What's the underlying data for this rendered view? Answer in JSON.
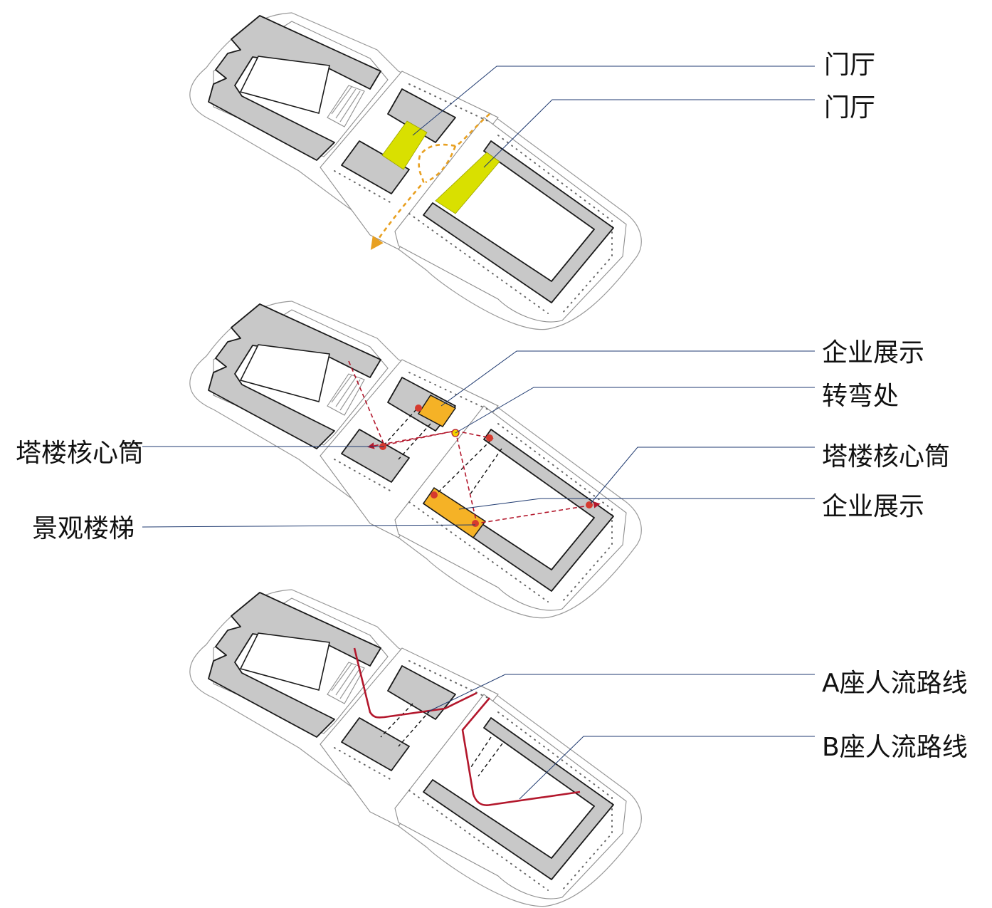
{
  "colors": {
    "lobby": "#d9e000",
    "exhibit": "#f5b226",
    "flow_orange": "#e8a021",
    "flow_red": "#b3172c",
    "core_dot": "#d63a2e",
    "building": "#c8c8c8",
    "leader": "#1f3a70"
  },
  "panel1": {
    "label_lobby_a": "门厅",
    "label_lobby_b": "门厅"
  },
  "panel2": {
    "label_exhibit_a": "企业展示",
    "label_turn": "转弯处",
    "label_core_left": "塔楼核心筒",
    "label_core_right": "塔楼核心筒",
    "label_exhibit_b": "企业展示",
    "label_stair": "景观楼梯"
  },
  "panel3": {
    "label_route_a": "A座人流路线",
    "label_route_b": "B座人流路线"
  }
}
